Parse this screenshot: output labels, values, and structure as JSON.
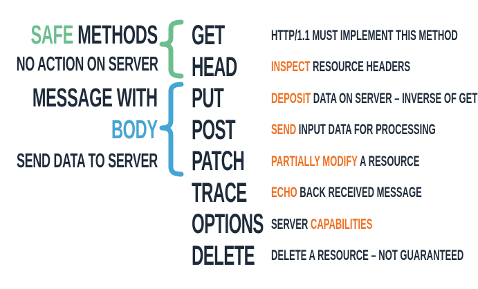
{
  "colors": {
    "navy": "#1D2B3A",
    "green": "#6CBE8E",
    "blue": "#45A5D4",
    "orange": "#EE7023",
    "background": "#FFFFFF"
  },
  "left_groups": {
    "safe": {
      "title_highlight": "SAFE",
      "title_rest": " METHODS",
      "subtitle": "NO ACTION ON SERVER"
    },
    "body": {
      "title_line": "MESSAGE WITH",
      "title_highlight": "BODY",
      "subtitle": "SEND DATA TO SERVER"
    }
  },
  "rows": [
    {
      "method": "GET",
      "desc_pre": "HTTP/1.1 MUST IMPLEMENT THIS METHOD",
      "desc_highlight": "",
      "desc_post": ""
    },
    {
      "method": "HEAD",
      "desc_pre": "",
      "desc_highlight": "INSPECT",
      "desc_post": " RESOURCE HEADERS"
    },
    {
      "method": "PUT",
      "desc_pre": "",
      "desc_highlight": "DEPOSIT",
      "desc_post": " DATA ON SERVER – INVERSE OF GET"
    },
    {
      "method": "POST",
      "desc_pre": "",
      "desc_highlight": "SEND",
      "desc_post": " INPUT DATA FOR PROCESSING"
    },
    {
      "method": "PATCH",
      "desc_pre": "",
      "desc_highlight": "PARTIALLY MODIFY",
      "desc_post": " A RESOURCE"
    },
    {
      "method": "TRACE",
      "desc_pre": "",
      "desc_highlight": "ECHO",
      "desc_post": " BACK RECEIVED MESSAGE"
    },
    {
      "method": "OPTIONS",
      "desc_pre": "SERVER ",
      "desc_highlight": "CAPABILITIES",
      "desc_post": ""
    },
    {
      "method": "DELETE",
      "desc_pre": "DELETE A RESOURCE – NOT GUARANTEED",
      "desc_highlight": "",
      "desc_post": ""
    }
  ]
}
